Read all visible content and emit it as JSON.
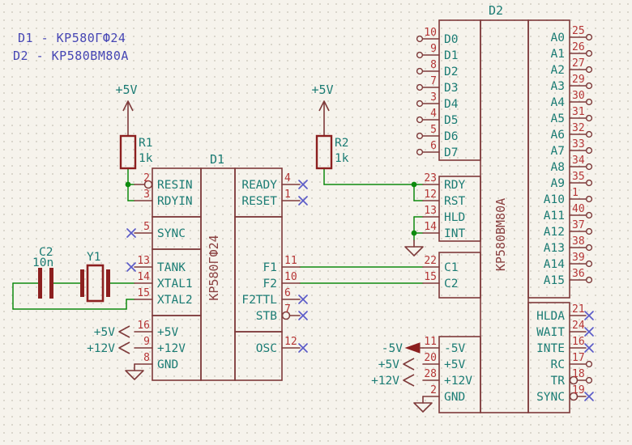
{
  "annotation": {
    "line1": "D1 - КР580ГФ24",
    "line2": "D2 - КР580ВМ80А"
  },
  "colors": {
    "background": "#f6f3ec",
    "grid_dot": "#d8d4ca",
    "wire": "#0e8a0e",
    "body": "#7e3a3a",
    "value_text": "#8a4040",
    "pin_number": "#b53535",
    "pin_name": "#1b7c74",
    "no_connect": "#5b5bc8",
    "annotation_text": "#4646b4"
  },
  "components": {
    "D1": {
      "ref": "D1",
      "value": "КР580ГФ24",
      "left_pins": [
        {
          "num": "2",
          "name": "RESIN",
          "dec": "inv"
        },
        {
          "num": "3",
          "name": "RDYIN",
          "dec": ""
        },
        {
          "num": "5",
          "name": "SYNC",
          "dec": "nc"
        },
        {
          "num": "13",
          "name": "TANK",
          "dec": "nc"
        },
        {
          "num": "14",
          "name": "XTAL1",
          "dec": ""
        },
        {
          "num": "15",
          "name": "XTAL2",
          "dec": ""
        },
        {
          "num": "16",
          "name": "+5V",
          "dec": ""
        },
        {
          "num": "9",
          "name": "+12V",
          "dec": ""
        },
        {
          "num": "8",
          "name": "GND",
          "dec": ""
        }
      ],
      "right_pins": [
        {
          "num": "4",
          "name": "READY",
          "dec": "nc"
        },
        {
          "num": "1",
          "name": "RESET",
          "dec": "nc"
        },
        {
          "num": "11",
          "name": "F1",
          "dec": ""
        },
        {
          "num": "10",
          "name": "F2",
          "dec": ""
        },
        {
          "num": "6",
          "name": "F2TTL",
          "dec": "nc"
        },
        {
          "num": "7",
          "name": "STB",
          "dec": "inv,nc"
        },
        {
          "num": "12",
          "name": "OSC",
          "dec": "nc"
        }
      ]
    },
    "D2": {
      "ref": "D2",
      "value": "КР580ВМ80А",
      "left_pins": [
        {
          "num": "10",
          "name": "D0",
          "dec": "circle"
        },
        {
          "num": "9",
          "name": "D1",
          "dec": "circle"
        },
        {
          "num": "8",
          "name": "D2",
          "dec": "circle"
        },
        {
          "num": "7",
          "name": "D3",
          "dec": "circle"
        },
        {
          "num": "3",
          "name": "D4",
          "dec": "circle"
        },
        {
          "num": "4",
          "name": "D5",
          "dec": "circle"
        },
        {
          "num": "5",
          "name": "D6",
          "dec": "circle"
        },
        {
          "num": "6",
          "name": "D7",
          "dec": "circle"
        },
        {
          "num": "23",
          "name": "RDY",
          "dec": ""
        },
        {
          "num": "12",
          "name": "RST",
          "dec": ""
        },
        {
          "num": "13",
          "name": "HLD",
          "dec": ""
        },
        {
          "num": "14",
          "name": "INT",
          "dec": ""
        },
        {
          "num": "22",
          "name": "C1",
          "dec": ""
        },
        {
          "num": "15",
          "name": "C2",
          "dec": ""
        },
        {
          "num": "11",
          "name": "-5V",
          "dec": ""
        },
        {
          "num": "20",
          "name": "+5V",
          "dec": ""
        },
        {
          "num": "28",
          "name": "+12V",
          "dec": ""
        },
        {
          "num": "2",
          "name": "GND",
          "dec": ""
        }
      ],
      "right_pins": [
        {
          "num": "25",
          "name": "A0",
          "dec": "circle"
        },
        {
          "num": "26",
          "name": "A1",
          "dec": "circle"
        },
        {
          "num": "27",
          "name": "A2",
          "dec": "circle"
        },
        {
          "num": "29",
          "name": "A3",
          "dec": "circle"
        },
        {
          "num": "30",
          "name": "A4",
          "dec": "circle"
        },
        {
          "num": "31",
          "name": "A5",
          "dec": "circle"
        },
        {
          "num": "32",
          "name": "A6",
          "dec": "circle"
        },
        {
          "num": "33",
          "name": "A7",
          "dec": "circle"
        },
        {
          "num": "34",
          "name": "A8",
          "dec": "circle"
        },
        {
          "num": "35",
          "name": "A9",
          "dec": "circle"
        },
        {
          "num": "1",
          "name": "A10",
          "dec": "circle"
        },
        {
          "num": "40",
          "name": "A11",
          "dec": "circle"
        },
        {
          "num": "37",
          "name": "A12",
          "dec": "circle"
        },
        {
          "num": "38",
          "name": "A13",
          "dec": "circle"
        },
        {
          "num": "39",
          "name": "A14",
          "dec": "circle"
        },
        {
          "num": "36",
          "name": "A15",
          "dec": "circle"
        },
        {
          "num": "21",
          "name": "HLDA",
          "dec": "nc"
        },
        {
          "num": "24",
          "name": "WAIT",
          "dec": "nc"
        },
        {
          "num": "16",
          "name": "INTE",
          "dec": "nc"
        },
        {
          "num": "17",
          "name": "RC",
          "dec": "circle"
        },
        {
          "num": "18",
          "name": "TR",
          "dec": "inv,circle"
        },
        {
          "num": "19",
          "name": "SYNC",
          "dec": "inv,nc"
        }
      ]
    },
    "R1": {
      "ref": "R1",
      "value": "1k"
    },
    "R2": {
      "ref": "R2",
      "value": "1k"
    },
    "C2": {
      "ref": "C2",
      "value": "10n"
    },
    "Y1": {
      "ref": "Y1"
    }
  },
  "power_flags": [
    {
      "label": "+5V",
      "at": "R1-top"
    },
    {
      "label": "+5V",
      "at": "R2-top"
    }
  ],
  "global_labels": [
    {
      "label": "+5V",
      "pin": "D1 pin 16"
    },
    {
      "label": "+12V",
      "pin": "D1 pin 9"
    },
    {
      "label": "-5V",
      "pin": "D2 pin 11"
    },
    {
      "label": "+5V",
      "pin": "D2 pin 20"
    },
    {
      "label": "+12V",
      "pin": "D2 pin 28"
    }
  ]
}
